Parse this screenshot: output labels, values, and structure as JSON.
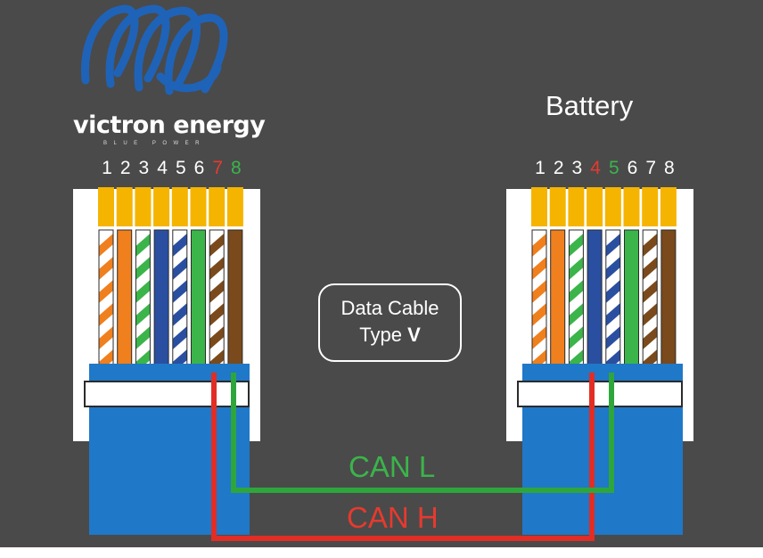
{
  "brand": {
    "name": "victron energy",
    "tagline": "BLUE POWER"
  },
  "battery_label": "Battery",
  "left_pins": [
    {
      "label": "1",
      "color": "#ffffff"
    },
    {
      "label": "2",
      "color": "#ffffff"
    },
    {
      "label": "3",
      "color": "#ffffff"
    },
    {
      "label": "4",
      "color": "#ffffff"
    },
    {
      "label": "5",
      "color": "#ffffff"
    },
    {
      "label": "6",
      "color": "#ffffff"
    },
    {
      "label": "7",
      "color": "#e63a2e"
    },
    {
      "label": "8",
      "color": "#3bb44a"
    }
  ],
  "right_pins": [
    {
      "label": "1",
      "color": "#ffffff"
    },
    {
      "label": "2",
      "color": "#ffffff"
    },
    {
      "label": "3",
      "color": "#ffffff"
    },
    {
      "label": "4",
      "color": "#e63a2e"
    },
    {
      "label": "5",
      "color": "#3bb44a"
    },
    {
      "label": "6",
      "color": "#ffffff"
    },
    {
      "label": "7",
      "color": "#ffffff"
    },
    {
      "label": "8",
      "color": "#ffffff"
    }
  ],
  "cable": {
    "line1": "Data Cable",
    "line2_prefix": "Type",
    "line2_type": "V"
  },
  "signals": {
    "can_l": "CAN L",
    "can_h": "CAN H"
  },
  "wire_order_568b": [
    "white-orange",
    "orange",
    "white-green",
    "blue",
    "white-blue",
    "green",
    "white-brown",
    "brown"
  ],
  "colors": {
    "background": "#4a4a4a",
    "jacket": "#1f78c8",
    "contact": "#f5b400",
    "can_h": "#e12d25",
    "can_l": "#2ea63c",
    "logo_blue": "#1f63b8",
    "wire_orange": "#f07f1d",
    "wire_green": "#3bb44a",
    "wire_blue": "#2a4fa0",
    "wire_brown": "#7a4a1c"
  }
}
